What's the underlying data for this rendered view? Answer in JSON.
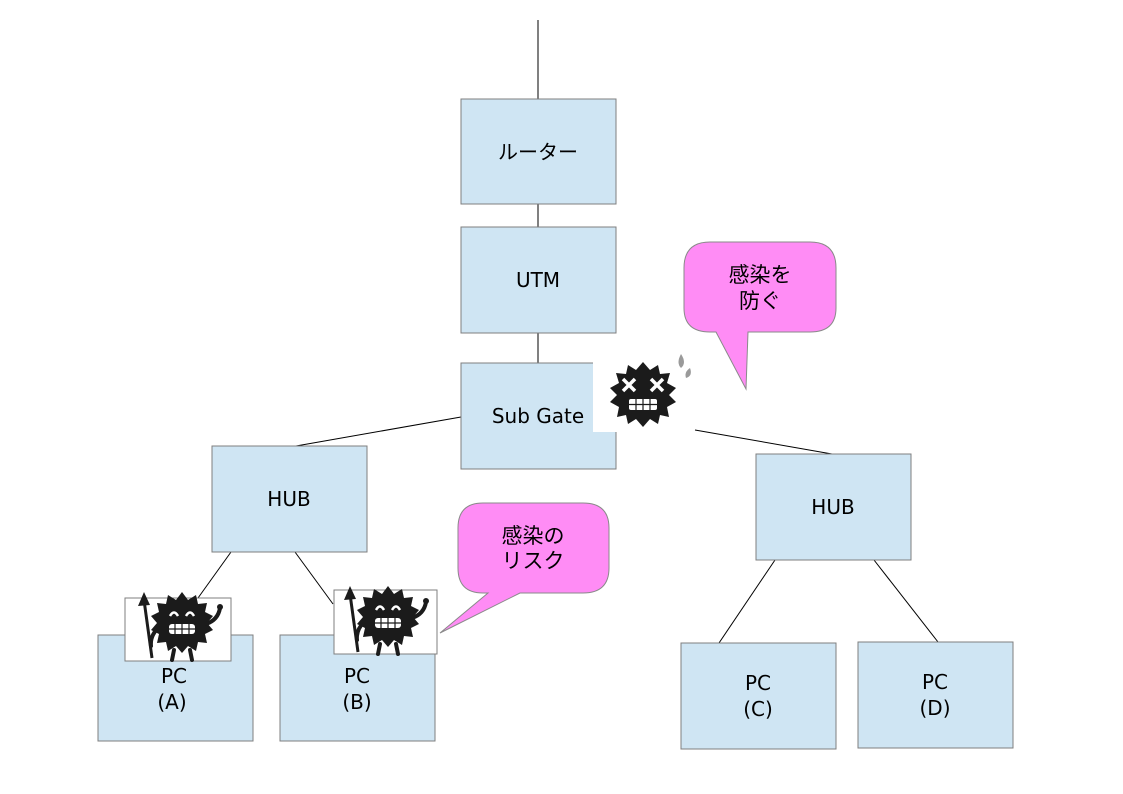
{
  "colors": {
    "node_fill": "#cfe5f3",
    "node_stroke": "#7f7f7f",
    "bubble_fill": "#ff8cf5",
    "bubble_stroke": "#8a8a8a",
    "virus": "#1b1b1b"
  },
  "nodes": {
    "router": {
      "label": "ルーター"
    },
    "utm": {
      "label": "UTM"
    },
    "subgate": {
      "label": "Sub Gate"
    },
    "hub_left": {
      "label": "HUB"
    },
    "hub_right": {
      "label": "HUB"
    },
    "pc_a": {
      "line1": "PC",
      "line2": "(A)"
    },
    "pc_b": {
      "line1": "PC",
      "line2": "(B)"
    },
    "pc_c": {
      "line1": "PC",
      "line2": "(C)"
    },
    "pc_d": {
      "line1": "PC",
      "line2": "(D)"
    }
  },
  "bubbles": {
    "prevent": {
      "line1": "感染を",
      "line2": "防ぐ"
    },
    "risk": {
      "line1": "感染の",
      "line2": "リスク"
    }
  },
  "icons": {
    "virus_blocked": "virus-blocked-icon",
    "virus_attacker": "virus-with-spear-icon"
  }
}
